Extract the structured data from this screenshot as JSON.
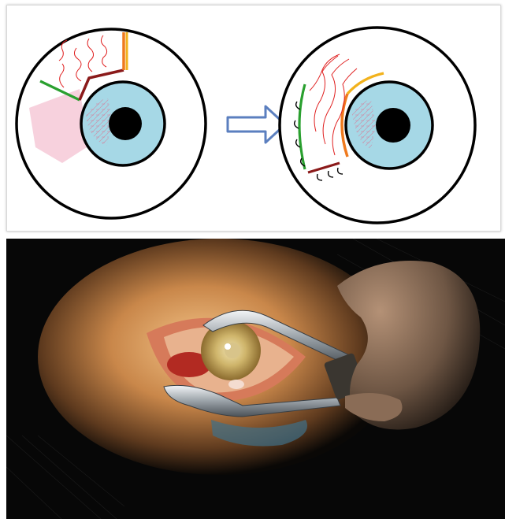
{
  "figure": {
    "top_panel": {
      "left_eye": "eye-before",
      "arrow": "arrow-right-icon",
      "right_eye": "eye-after"
    },
    "bottom_panel": {
      "photo": "surgery-photo"
    }
  },
  "colors": {
    "sclera": "#ffffff",
    "outline": "#000000",
    "iris": "#a6d8e6",
    "pupil": "#000000",
    "excision": "#f7d1dd",
    "green_edge": "#2aa02f",
    "darkred_edge": "#8b1a1a",
    "vessels": "#e02020",
    "orange_edge": "#ef7a1e",
    "yellow_edge": "#f2b21c",
    "arrow_outline": "#5b7fbf",
    "sutures": "#000000",
    "photo_background": "#070707",
    "skin_lit": "#e0a060",
    "instrument": "#c8ccd0"
  }
}
